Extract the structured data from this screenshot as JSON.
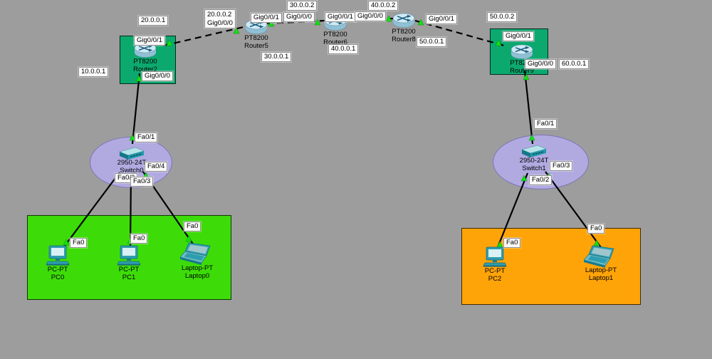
{
  "app": "network-topology-canvas",
  "colors": {
    "canvas_bg": "#9d9d9d",
    "router_zone_green": "#0ca96f",
    "lan_ellipse_purple": "#b1aae1",
    "left_lan_rect_green": "#3ddc08",
    "right_lan_rect_orange": "#ffa408",
    "link_line": "#000000",
    "link_status_green": "#12e212",
    "label_bg": "#fafafa"
  },
  "devices": {
    "router2": {
      "model": "PT8200",
      "name": "Router2"
    },
    "router5": {
      "model": "PT8200",
      "name": "Router5"
    },
    "router6": {
      "model": "PT8200",
      "name": "Router6"
    },
    "router8": {
      "model": "PT8200",
      "name": "Router8"
    },
    "router9": {
      "model": "PT8200",
      "name": "Router9"
    },
    "switch0": {
      "model": "2950-24T",
      "name": "Switch0"
    },
    "switch1": {
      "model": "2950-24T",
      "name": "Switch1"
    },
    "pc0": {
      "model": "PC-PT",
      "name": "PC0"
    },
    "pc1": {
      "model": "PC-PT",
      "name": "PC1"
    },
    "pc2": {
      "model": "PC-PT",
      "name": "PC2"
    },
    "laptop0": {
      "model": "Laptop-PT",
      "name": "Laptop0"
    },
    "laptop1": {
      "model": "Laptop-PT",
      "name": "Laptop1"
    }
  },
  "ports": {
    "r2_g001": "Gig0/0/1",
    "r2_g000": "Gig0/0/0",
    "r5_ip_line1": "20.0.0.2",
    "r5_ip_line2": "Gig0/0/0",
    "r5_g001": "Gig0/0/1",
    "r6_g000": "Gig0/0/0",
    "r6_g001": "Gig0/0/1",
    "r8_g000": "Gig0/0/0",
    "r8_g001": "Gig0/0/1",
    "r9_g001": "Gig0/0/1",
    "r9_g000": "Gig0/0/0",
    "sw0_fa1": "Fa0/1",
    "sw0_fa2": "Fa0/2",
    "sw0_fa3": "Fa0/3",
    "sw0_fa4": "Fa0/4",
    "sw1_fa1": "Fa0/1",
    "sw1_fa2": "Fa0/2",
    "sw1_fa3": "Fa0/3",
    "pc0_fa0": "Fa0",
    "pc1_fa0": "Fa0",
    "laptop0_fa0": "Fa0",
    "pc2_fa0": "Fa0",
    "laptop1_fa0": "Fa0"
  },
  "ips": {
    "n10_1": "10.0.0.1",
    "n20_1": "20.0.0.1",
    "n30_1": "30.0.0.1",
    "n30_2": "30.0.0.2",
    "n40_1": "40.0.0.1",
    "n40_2": "40.0.0.2",
    "n50_1": "50.0.0.1",
    "n50_2": "50.0.0.2",
    "n60_1": "60.0.0.1"
  }
}
